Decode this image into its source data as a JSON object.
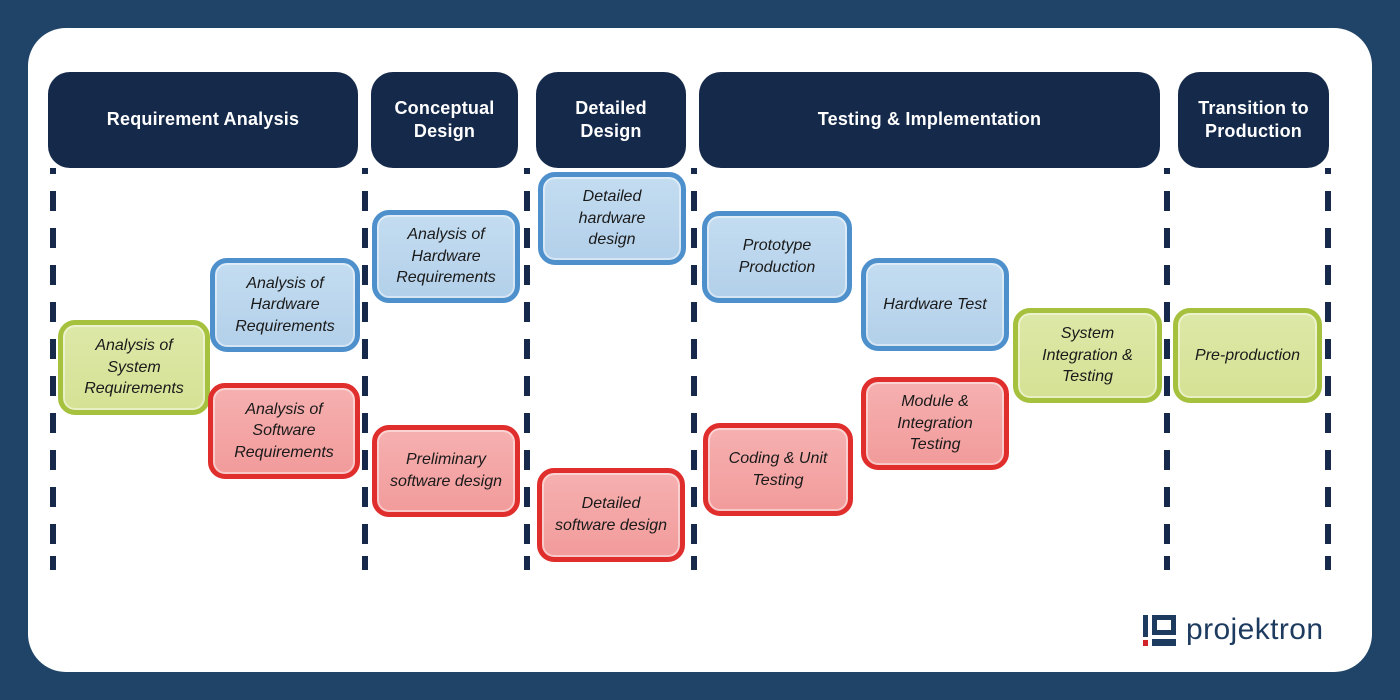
{
  "diagram": {
    "phases": [
      {
        "label": "Requirement Analysis"
      },
      {
        "label": "Conceptual Design"
      },
      {
        "label": "Detailed Design"
      },
      {
        "label": "Testing & Implementation"
      },
      {
        "label": "Transition to Production"
      }
    ],
    "tasks": [
      {
        "label": "Analysis of System Requirements",
        "type": "green"
      },
      {
        "label": "Analysis of Hardware Requirements",
        "type": "blue"
      },
      {
        "label": "Analysis of Software Requirements",
        "type": "red"
      },
      {
        "label": "Analysis of Hardware Requirements",
        "type": "blue"
      },
      {
        "label": "Preliminary software design",
        "type": "red"
      },
      {
        "label": "Detailed hardware design",
        "type": "blue"
      },
      {
        "label": "Detailed software design",
        "type": "red"
      },
      {
        "label": "Prototype Production",
        "type": "blue"
      },
      {
        "label": "Hardware Test",
        "type": "blue"
      },
      {
        "label": "Coding & Unit Testing",
        "type": "red"
      },
      {
        "label": "Module & Integration Testing",
        "type": "red"
      },
      {
        "label": "System Integration & Testing",
        "type": "green"
      },
      {
        "label": "Pre-production",
        "type": "green"
      }
    ],
    "colors": {
      "frame": "#1f4468",
      "card": "#ffffff",
      "phase_header": "#15294a",
      "divider": "#16294a",
      "blue_fill": "#b9d4ec",
      "blue_border": "#4e90cc",
      "red_fill": "#f3a2a2",
      "red_border": "#e02e2d",
      "green_fill": "#d8e49b",
      "green_border": "#a6c13d",
      "task_text": "#1a1a1a",
      "logo_navy": "#1d3a5f",
      "logo_red": "#d2232a"
    },
    "logo": {
      "text": "projektron"
    }
  }
}
